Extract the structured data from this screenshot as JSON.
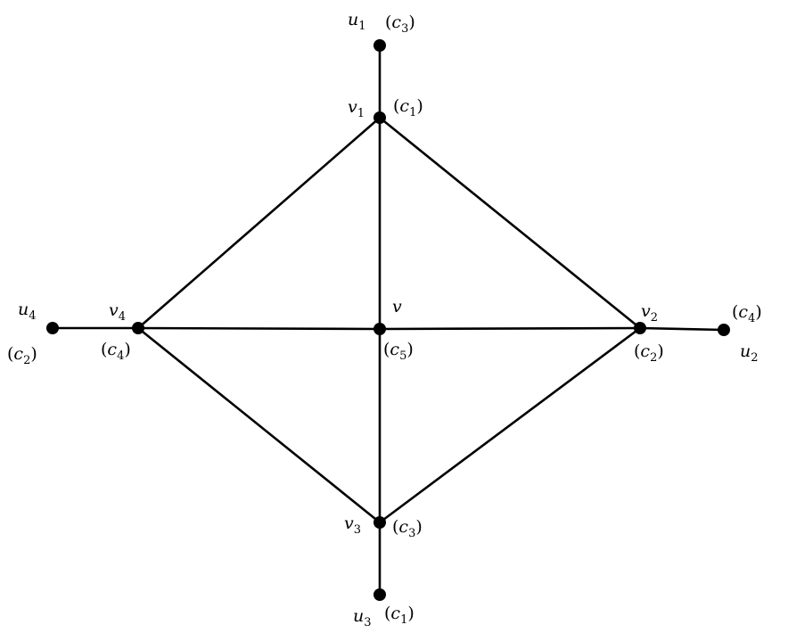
{
  "colors": {
    "ink": "#000000",
    "background": "#ffffff"
  },
  "nodes": {
    "u1": {
      "name": "u",
      "index": "1",
      "color": "c",
      "color_index": "3"
    },
    "v1": {
      "name": "v",
      "index": "1",
      "color": "c",
      "color_index": "1"
    },
    "v": {
      "name": "v",
      "index": "",
      "color": "c",
      "color_index": "5"
    },
    "v2": {
      "name": "v",
      "index": "2",
      "color": "c",
      "color_index": "2"
    },
    "u2": {
      "name": "u",
      "index": "2",
      "color": "c",
      "color_index": "4"
    },
    "v3": {
      "name": "v",
      "index": "3",
      "color": "c",
      "color_index": "3"
    },
    "u3": {
      "name": "u",
      "index": "3",
      "color": "c",
      "color_index": "1"
    },
    "v4": {
      "name": "v",
      "index": "4",
      "color": "c",
      "color_index": "4"
    },
    "u4": {
      "name": "u",
      "index": "4",
      "color": "c",
      "color_index": "2"
    }
  },
  "edges": [
    [
      "u1",
      "v1"
    ],
    [
      "v1",
      "v"
    ],
    [
      "v1",
      "v2"
    ],
    [
      "v1",
      "v4"
    ],
    [
      "v4",
      "v"
    ],
    [
      "v",
      "v2"
    ],
    [
      "v4",
      "v3"
    ],
    [
      "v2",
      "v3"
    ],
    [
      "v",
      "v3"
    ],
    [
      "v3",
      "u3"
    ],
    [
      "u4",
      "v4"
    ],
    [
      "v2",
      "u2"
    ]
  ],
  "punct": {
    "open": "(",
    "close": ")"
  }
}
